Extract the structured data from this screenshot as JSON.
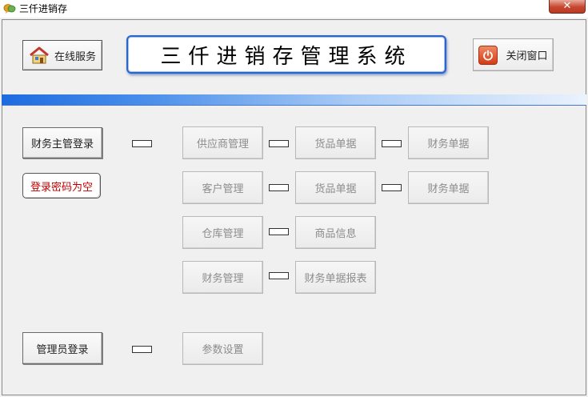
{
  "window": {
    "title": "三仟进销存",
    "close_glyph": "✕"
  },
  "header": {
    "online_service": "在线服务",
    "system_title": "三仟进销存管理系统",
    "close_window": "关闭窗口"
  },
  "login": {
    "finance_supervisor": "财务主管登录",
    "password_empty": "登录密码为空",
    "admin": "管理员登录"
  },
  "grid": {
    "row1": [
      "供应商管理",
      "货品单据",
      "财务单据"
    ],
    "row2": [
      "客户管理",
      "货品单据",
      "财务单据"
    ],
    "row3": [
      "仓库管理",
      "商品信息"
    ],
    "row4": [
      "财务管理",
      "财务单据报表"
    ],
    "row5": [
      "参数设置"
    ]
  },
  "icons": {
    "app": "speech-bubbles-icon",
    "online": "house-icon",
    "power": "power-icon"
  },
  "colors": {
    "accent_blue": "#2a66c8",
    "warning_red": "#c00000",
    "close_red": "#c7462f"
  }
}
